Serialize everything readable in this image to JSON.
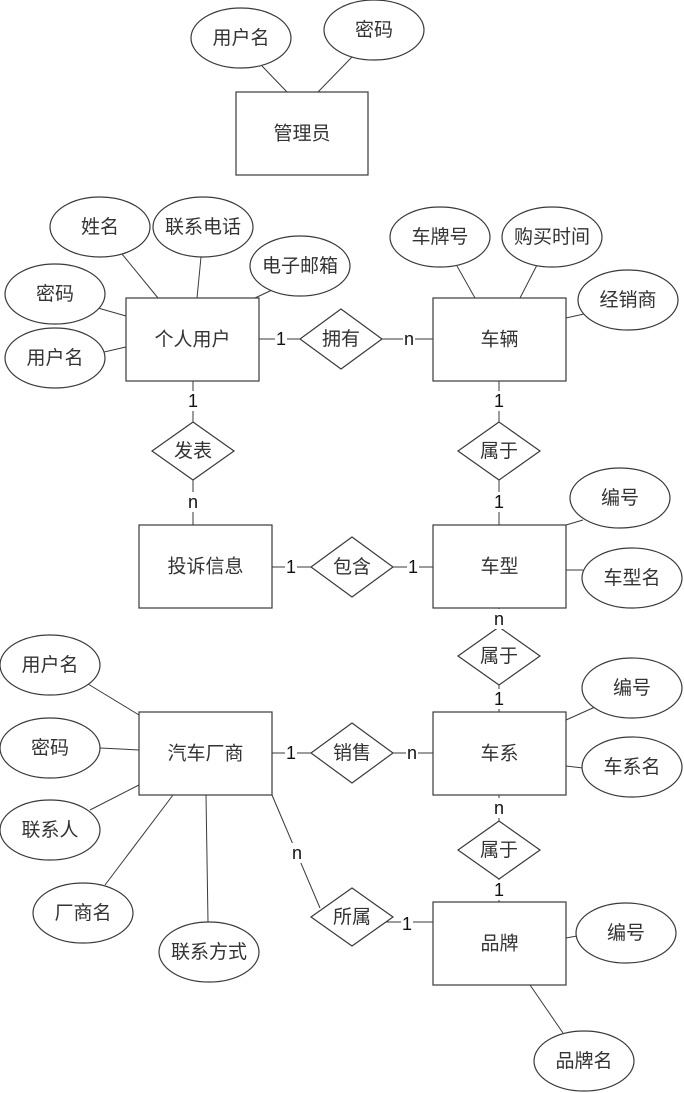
{
  "diagram_title": "",
  "entities": {
    "admin": "管理员",
    "personal_user": "个人用户",
    "vehicle": "车辆",
    "complaint": "投诉信息",
    "car_model": "车型",
    "manufacturer": "汽车厂商",
    "car_series": "车系",
    "brand": "品牌"
  },
  "relationships": {
    "own": "拥有",
    "publish": "发表",
    "vehicle_belongs_model": "属于",
    "contain": "包含",
    "model_belongs_series": "属于",
    "sell": "销售",
    "series_belongs_brand": "属于",
    "affiliated": "所属"
  },
  "attributes": {
    "admin_username": "用户名",
    "admin_password": "密码",
    "user_name": "姓名",
    "user_phone": "联系电话",
    "user_email": "电子邮箱",
    "user_password": "密码",
    "user_username": "用户名",
    "vehicle_plate": "车牌号",
    "vehicle_purchase_time": "购买时间",
    "vehicle_dealer": "经销商",
    "model_id": "编号",
    "model_name": "车型名",
    "mfr_username": "用户名",
    "mfr_password": "密码",
    "mfr_contact_person": "联系人",
    "mfr_name": "厂商名",
    "mfr_contact_method": "联系方式",
    "series_id": "编号",
    "series_name": "车系名",
    "brand_id": "编号",
    "brand_name": "品牌名"
  },
  "cardinalities": {
    "own_user": "1",
    "own_vehicle": "n",
    "publish_user": "1",
    "publish_complaint": "n",
    "vbm_vehicle": "1",
    "vbm_model": "1",
    "contain_complaint": "1",
    "contain_model": "1",
    "mbs_model": "n",
    "mbs_series": "1",
    "sell_mfr": "1",
    "sell_series": "n",
    "sbb_series": "n",
    "sbb_brand": "1",
    "aff_mfr": "n",
    "aff_brand": "1"
  }
}
